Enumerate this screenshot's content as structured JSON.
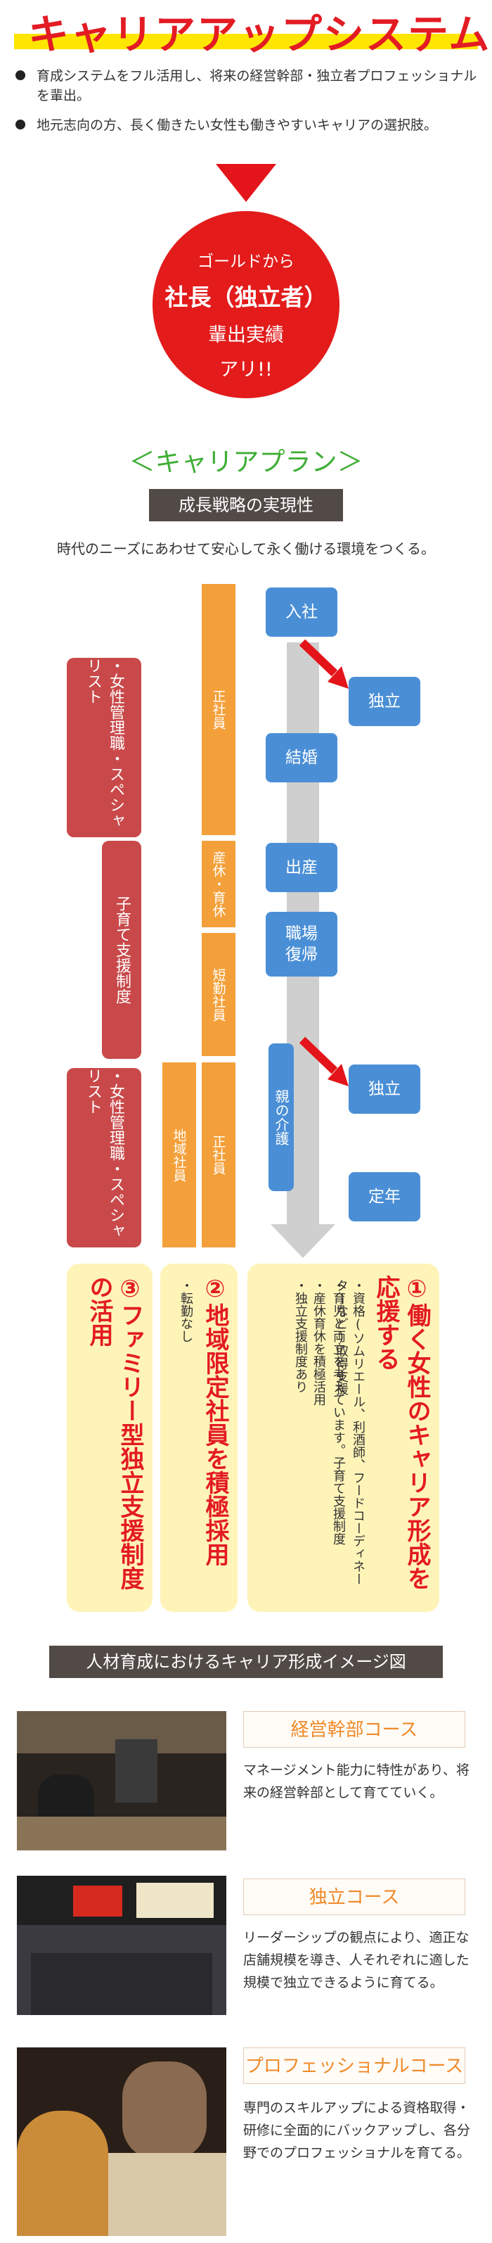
{
  "header": {
    "title": "キャリアアップシステム",
    "bullets": [
      "育成システムをフル活用し、将来の経営幹部・独立者プロフェッショナルを輩出。",
      "地元志向の方、長く働きたい女性も働きやすいキャリアの選択肢。"
    ]
  },
  "highlight": {
    "line1": "ゴールドから",
    "line2": "社長（独立者）",
    "line3": "輩出実績",
    "line4": "アリ!!"
  },
  "plan": {
    "title": "＜キャリアプラン＞",
    "banner": "成長戦略の実現性",
    "description": "時代のニーズにあわせて安心して永く働ける環境をつくる。"
  },
  "chart_data": {
    "type": "diagram",
    "stages": [
      "入社",
      "独立",
      "結婚",
      "出産",
      "職場復帰",
      "親の介護",
      "独立",
      "定年"
    ],
    "employment_bars": [
      "正社員",
      "産休・育休",
      "短勤社員",
      "正社員",
      "地域社員"
    ],
    "support_boxes": [
      "・女性管理職・スペシャリスト",
      "子育て支援制度",
      "・女性管理職・スペシャリスト"
    ],
    "options": [
      {
        "number": "①",
        "title": "働く女性のキャリア形成を応援する",
        "details": [
          "・資格(ソムリエール、利酒師、フードコーディネーターなど)取得支援",
          "・育児と両立を考えています。子育て支援制度",
          "・産休育休を積極活用",
          "・独立支援制度あり"
        ]
      },
      {
        "number": "②",
        "title": "地域限定社員を積極採用",
        "details": [
          "・転勤なし"
        ]
      },
      {
        "number": "③",
        "title": "ファミリー型独立支援制度の活用",
        "details": []
      }
    ]
  },
  "image_section": {
    "banner": "人材育成におけるキャリア形成イメージ図",
    "courses": [
      {
        "title": "経営幹部コース",
        "description": "マネージメント能力に特性があり、将来の経営幹部として育てていく。"
      },
      {
        "title": "独立コース",
        "description": "リーダーシップの観点により、適正な店舗規模を導き、人それぞれに適した規模で独立できるように育てる。"
      },
      {
        "title": "プロフェッショナルコース",
        "description": "専門のスキルアップによる資格取得・研修に全面的にバックアップし、各分野でのプロフェッショナルを育てる。"
      }
    ]
  },
  "colors": {
    "accent_red": "#e31b23",
    "banner_yellow": "#ffe600",
    "plan_green": "#3fae35",
    "bar_orange": "#f4a03a",
    "box_red": "#c9494a",
    "stage_blue": "#4a8fd6",
    "course_orange": "#ef8a2a"
  }
}
